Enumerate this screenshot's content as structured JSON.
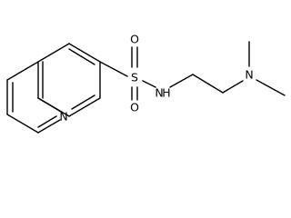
{
  "molecule": {
    "atoms": {
      "ring_nitrogen": "N",
      "sulfur": "S",
      "oxygen_top": "O",
      "oxygen_bottom": "O",
      "amide_nitrogen": "N",
      "amide_hydrogen": "H",
      "amine_nitrogen": "N"
    },
    "colors": {
      "bond": "#000000",
      "label": "#000000",
      "background": "#ffffff"
    }
  }
}
